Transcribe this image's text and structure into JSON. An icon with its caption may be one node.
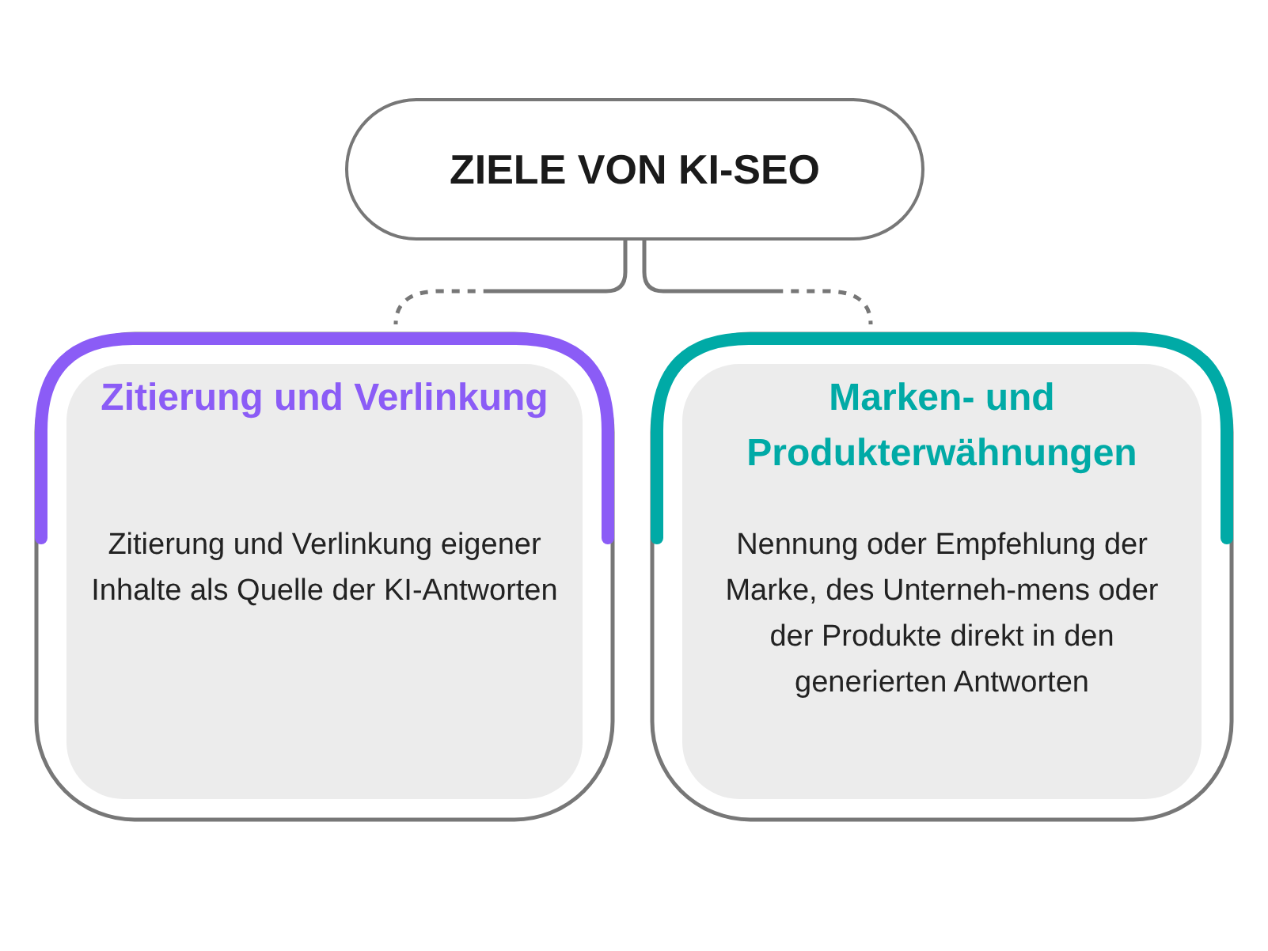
{
  "diagram": {
    "nodes": [
      {
        "text": [
          "ZIELE VON KI-SEO"
        ]
      },
      {
        "text": [
          "Zitierung und Verlinkung",
          "Zitierung und Verlinkung eigener Inhalte als Quelle der KI-Antworten"
        ]
      },
      {
        "text": [
          "Marken- und Produkterwähnungen",
          "Nennung oder Empfehlung der Marke, des Unterneh-mens oder der Produkte direkt in den generierten Antworten"
        ]
      }
    ],
    "edges": [
      {
        "from": 0,
        "to": 1,
        "arrow": "none"
      },
      {
        "from": 0,
        "to": 2,
        "arrow": "none"
      }
    ]
  }
}
